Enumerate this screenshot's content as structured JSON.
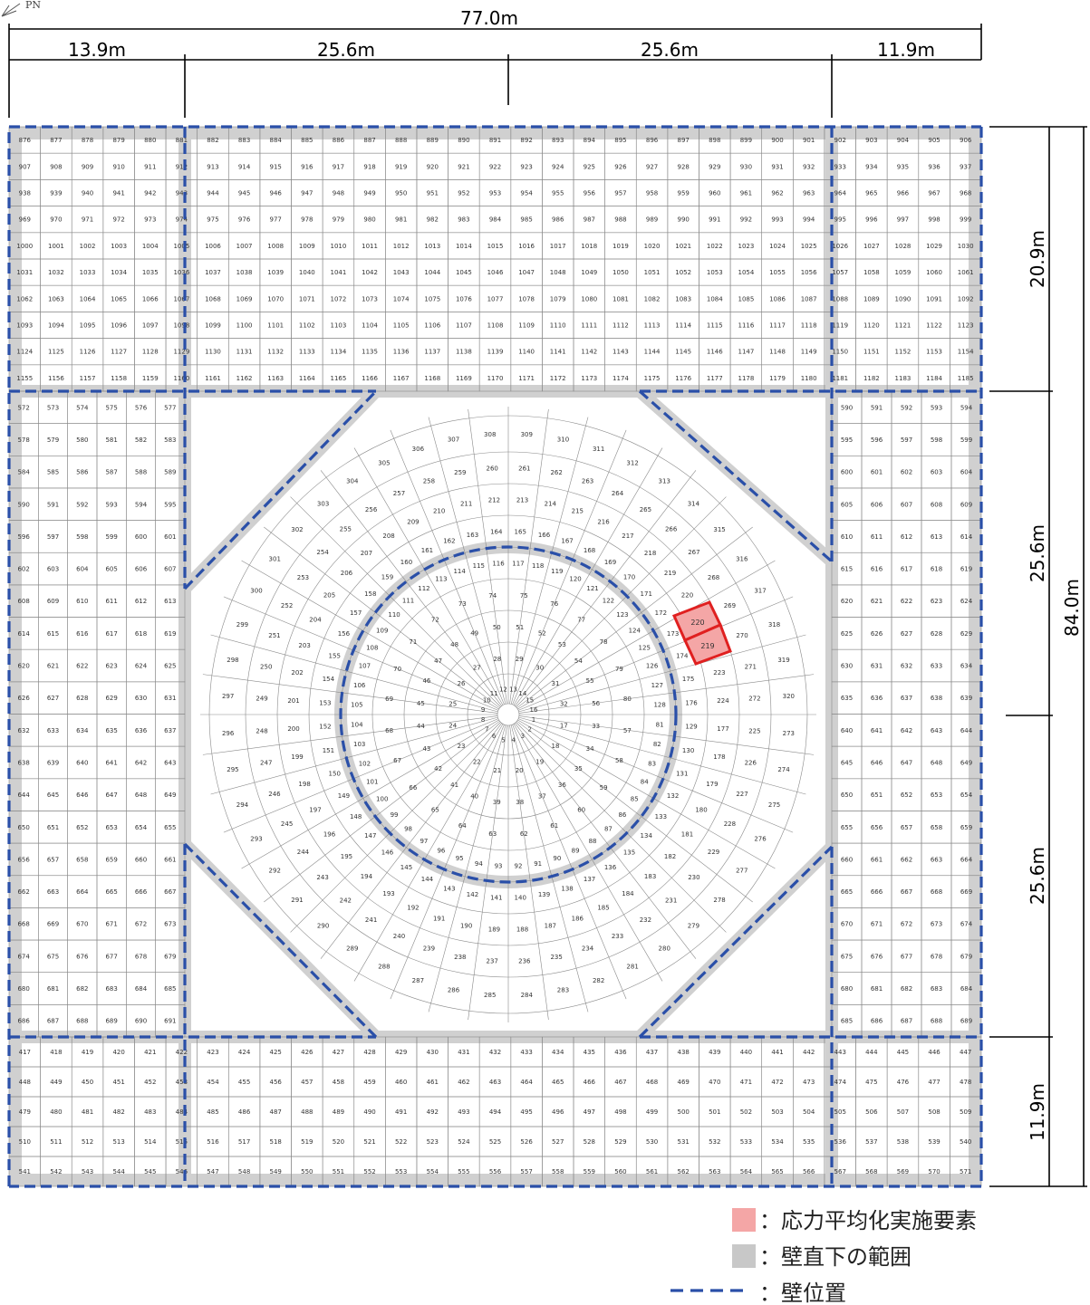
{
  "figure": {
    "north_label": "PN",
    "dimensions": {
      "total_width": "77.0m",
      "segments_top": [
        "13.9m",
        "25.6m",
        "25.6m",
        "11.9m"
      ],
      "total_height": "84.0m",
      "segments_right": [
        "20.9m",
        "25.6m",
        "25.6m",
        "11.9m"
      ]
    },
    "colors": {
      "wall_under": "#c8c8c8",
      "wall_line": "#2a4fa8",
      "stress_elem_fill": "#f4a6a6",
      "stress_elem_edge": "#e02020",
      "mesh_line": "#888888"
    },
    "stress_averaging_elements": [
      "220",
      "219"
    ],
    "legend": [
      {
        "symbol": "pink-square",
        "text": "：応力平均化実施要素"
      },
      {
        "symbol": "gray-square",
        "text": "：壁直下の範囲"
      },
      {
        "symbol": "blue-dashed-line",
        "text": "：壁位置"
      }
    ]
  }
}
